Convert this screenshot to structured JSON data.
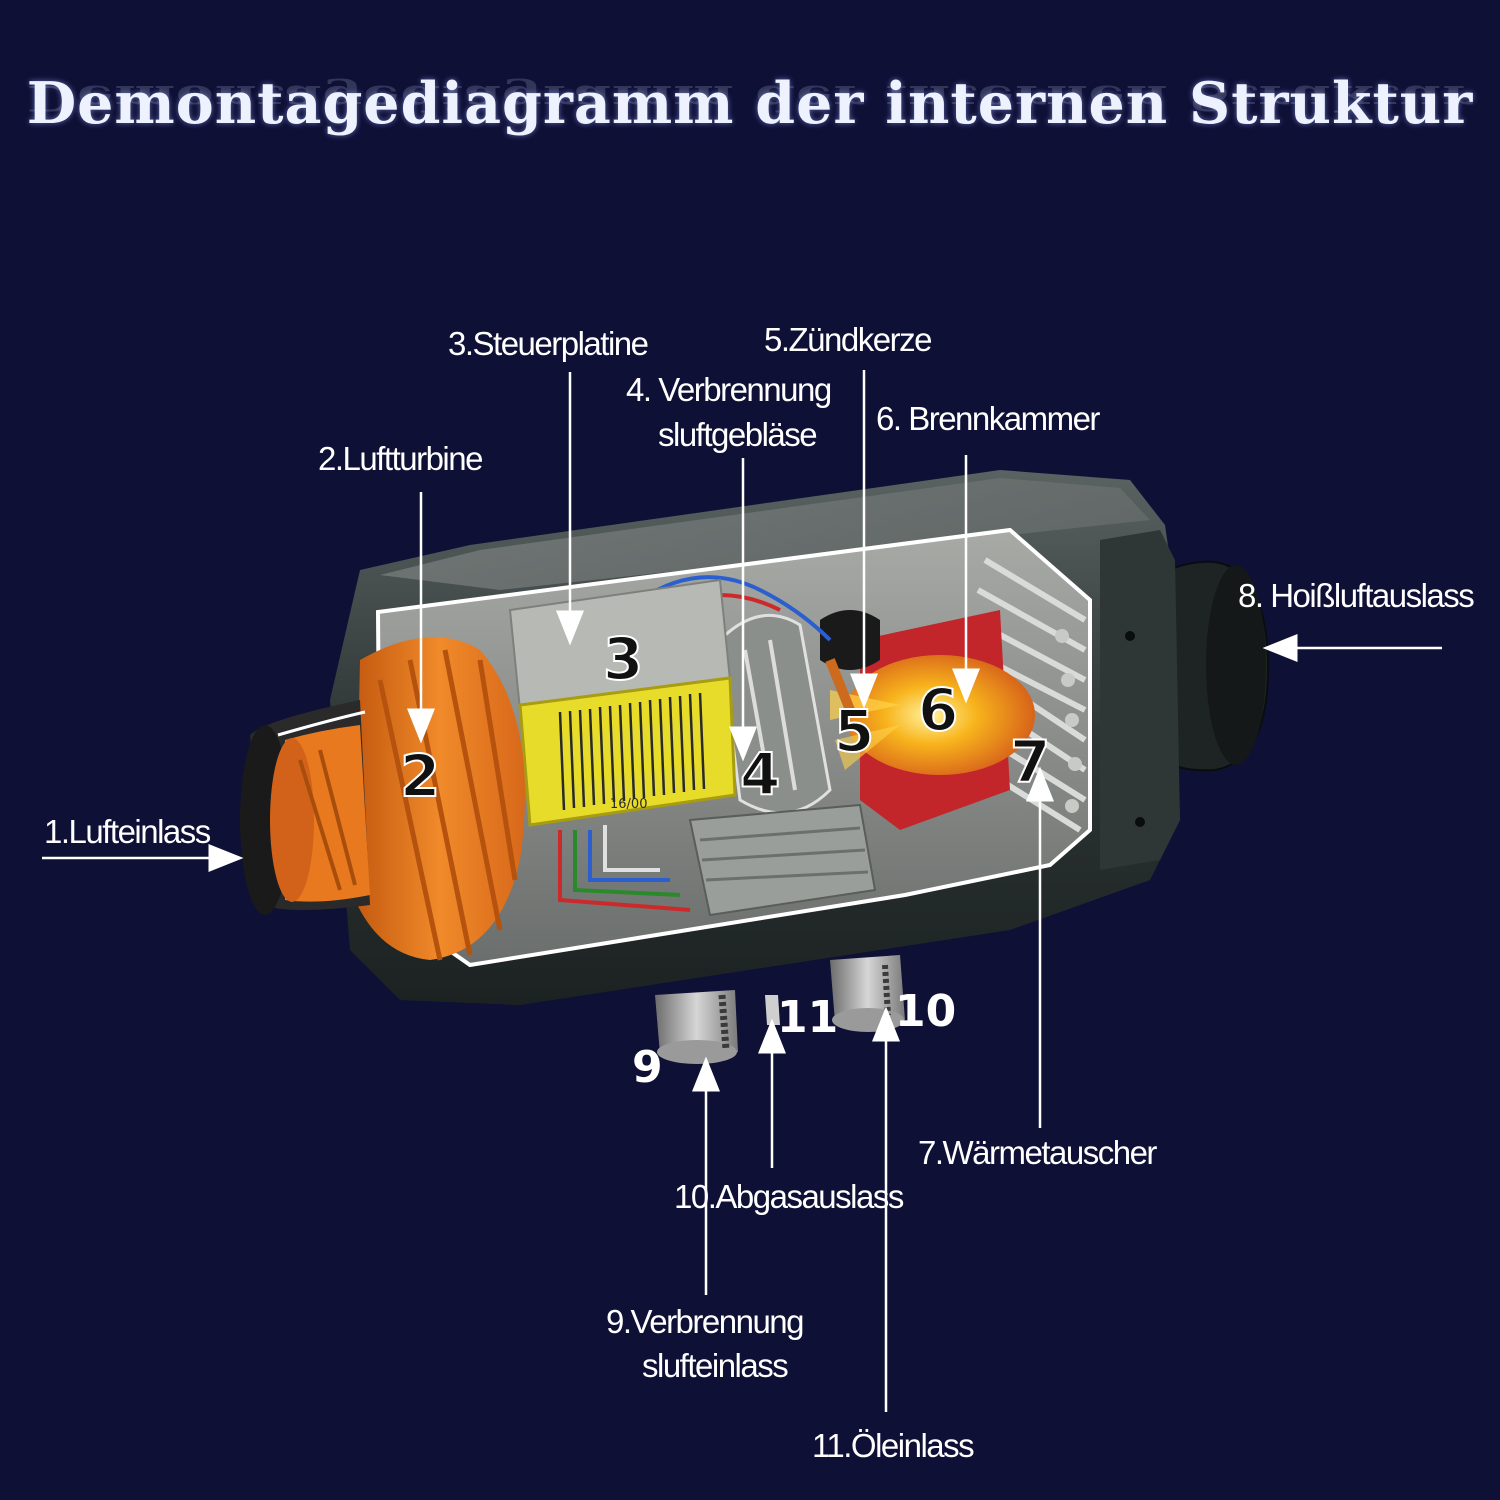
{
  "title": "Demontagediagramm der internen Struktur",
  "labels": {
    "l1": "1.Lufteinlass",
    "l2": "2.Luftturbine",
    "l3": "3.Steuerplatine",
    "l4a": "4. Verbrennung",
    "l4b": "sluftgebläse",
    "l5": "5.Zündkerze",
    "l6": "6. Brennkammer",
    "l7": "7.Wärmetauscher",
    "l8": "8. Hoißluftauslass",
    "l9a": "9.Verbrennung",
    "l9b": "slufteinlass",
    "l10": "10.Abgasauslass",
    "l11": "11.Öleinlass"
  },
  "markers": [
    "2",
    "3",
    "4",
    "5",
    "6",
    "7"
  ],
  "port_numbers": {
    "n9": "9",
    "n10": "10",
    "n11": "11"
  },
  "board_text": "16/00",
  "colors": {
    "background": "#0f1036",
    "fan": "#e8791e",
    "board": "#e8dc2a",
    "flame": "#f4a21a",
    "housing": "#2a3030"
  }
}
